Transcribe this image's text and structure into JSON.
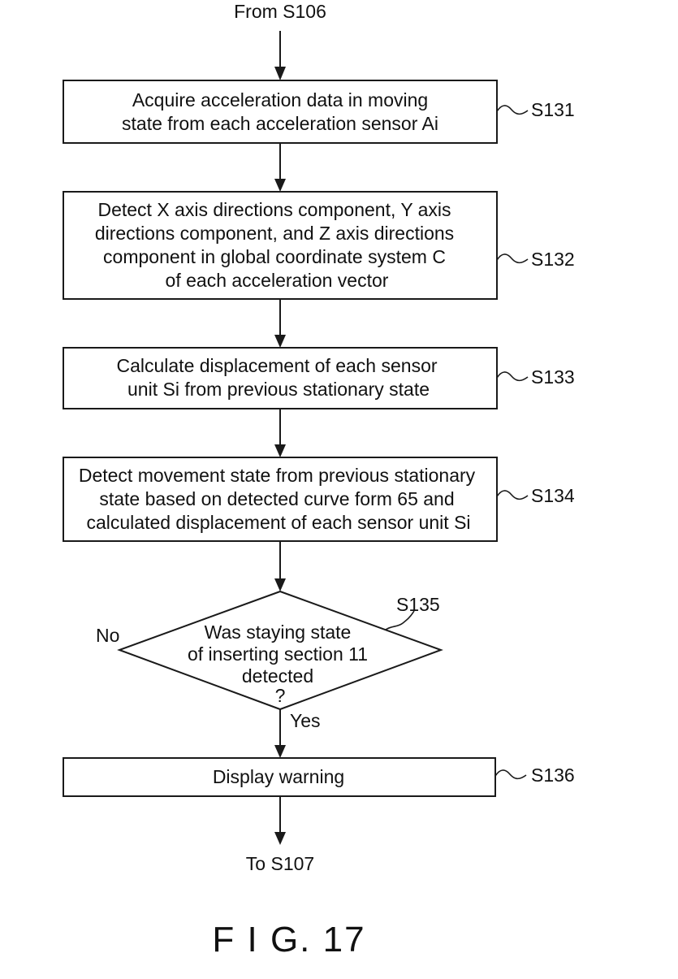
{
  "flow": {
    "start": "From S106",
    "end": "To S107",
    "steps": [
      {
        "id": "S131",
        "lines": [
          "Acquire acceleration data in moving",
          "state from each acceleration sensor Ai"
        ]
      },
      {
        "id": "S132",
        "lines": [
          "Detect X axis directions component, Y axis",
          "directions component, and Z axis directions",
          "component in global coordinate system C",
          "of each acceleration vector"
        ]
      },
      {
        "id": "S133",
        "lines": [
          "Calculate displacement of each sensor",
          "unit Si from previous stationary state"
        ]
      },
      {
        "id": "S134",
        "lines": [
          "Detect movement state from previous stationary",
          "state based on detected curve form 65 and",
          "calculated displacement of each sensor unit Si"
        ]
      },
      {
        "id": "S136",
        "lines": [
          "Display warning"
        ]
      }
    ],
    "decision": {
      "id": "S135",
      "lines": [
        "Was staying state",
        "of inserting section 11",
        "detected",
        "?"
      ],
      "no_label": "No",
      "yes_label": "Yes"
    }
  },
  "figure_label": "F I G. 17"
}
